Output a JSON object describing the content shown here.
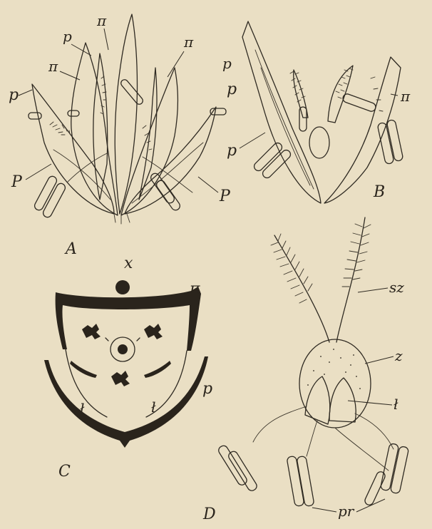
{
  "figure": {
    "panel_A": {
      "caption": "A",
      "labels": {
        "p_upper_left": "p",
        "pi_top": "π",
        "pi_right": "π",
        "pi_left": "π",
        "p_left": "p",
        "p_right": "p",
        "P_left": "P",
        "P_right": "P"
      }
    },
    "panel_B": {
      "caption": "B",
      "labels": {
        "p_upper": "p",
        "p_lower": "p",
        "pi": "π"
      }
    },
    "panel_C": {
      "caption": "C",
      "labels": {
        "x": "x",
        "pi": "π",
        "l_left": "ł",
        "l_right": "ł",
        "p": "p"
      }
    },
    "panel_D": {
      "caption": "D",
      "labels": {
        "sz": "sz",
        "z": "z",
        "l": "ł",
        "pr": "pr"
      }
    }
  },
  "colors": {
    "paper": "#eadfc4",
    "ink": "#2a241c"
  }
}
